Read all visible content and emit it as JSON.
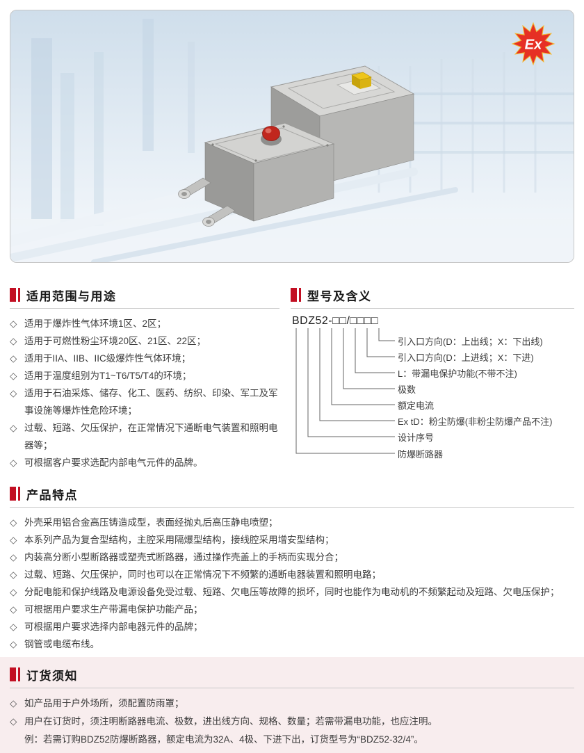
{
  "bullet": "◇",
  "logo": {
    "text": "Ex"
  },
  "sections": {
    "applicable": {
      "title": "适用范围与用途",
      "items": [
        "适用于爆炸性气体环境1区、2区；",
        "适用于可燃性粉尘环境20区、21区、22区；",
        "适用于IIA、IIB、IIC级爆炸性气体环境；",
        "适用于温度组别为T1~T6/T5/T4的环境；",
        "适用于石油采炼、储存、化工、医药、纺织、印染、军工及军事设施等爆炸性危险环境；",
        "过载、短路、欠压保护，在正常情况下通断电气装置和照明电器等；",
        "可根据客户要求选配内部电气元件的品牌。"
      ]
    },
    "model": {
      "title": "型号及含义",
      "code": "BDZ52-□□/□□□□",
      "labels": [
        "引入口方向(D：上出线；X：下出线)",
        "引入口方向(D：上进线；X：下进)",
        "L：带漏电保护功能(不带不注)",
        "极数",
        "额定电流",
        "Ex tD：粉尘防爆(非粉尘防爆产品不注)",
        "设计序号",
        "防爆断路器"
      ]
    },
    "features": {
      "title": "产品特点",
      "items": [
        "外壳采用铝合金高压铸造成型，表面经抛丸后高压静电喷塑；",
        "本系列产品为复合型结构，主腔采用隔爆型结构，接线腔采用增安型结构；",
        "内装高分断小型断路器或塑壳式断路器，通过操作壳盖上的手柄而实现分合；",
        "过载、短路、欠压保护，同时也可以在正常情况下不频繁的通断电器装置和照明电路；",
        "分配电能和保护线路及电源设备免受过载、短路、欠电压等故障的损坏，同时也能作为电动机的不频繁起动及短路、欠电压保护；",
        "可根据用户要求生产带漏电保护功能产品；",
        "可根据用户要求选择内部电器元件的品牌；",
        "钢管或电缆布线。"
      ]
    },
    "ordering": {
      "title": "订货须知",
      "items": [
        "如产品用于户外场所，须配置防雨罩；",
        "用户在订货时，须注明断路器电流、极数，进出线方向、规格、数量；若需带漏电功能，也应注明。"
      ],
      "example": "例：若需订购BDZ52防爆断路器，额定电流为32A、4极、下进下出，订货型号为“BDZ52-32/4”。"
    }
  }
}
